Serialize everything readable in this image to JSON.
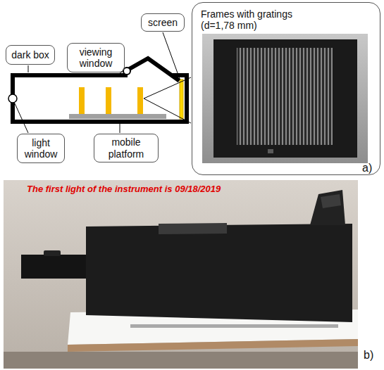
{
  "diagram": {
    "nodes": [
      {
        "text": [
          "dark box"
        ]
      },
      {
        "text": [
          "viewing window"
        ]
      },
      {
        "text": [
          "screen"
        ]
      },
      {
        "text": [
          "Frames with gratings (d=1,78 mm)"
        ]
      },
      {
        "text": [
          "light window"
        ]
      },
      {
        "text": [
          "mobile platform"
        ]
      }
    ],
    "labels": [
      "a)",
      "The first light of the instrument is 09/18/2019",
      "b)"
    ]
  }
}
